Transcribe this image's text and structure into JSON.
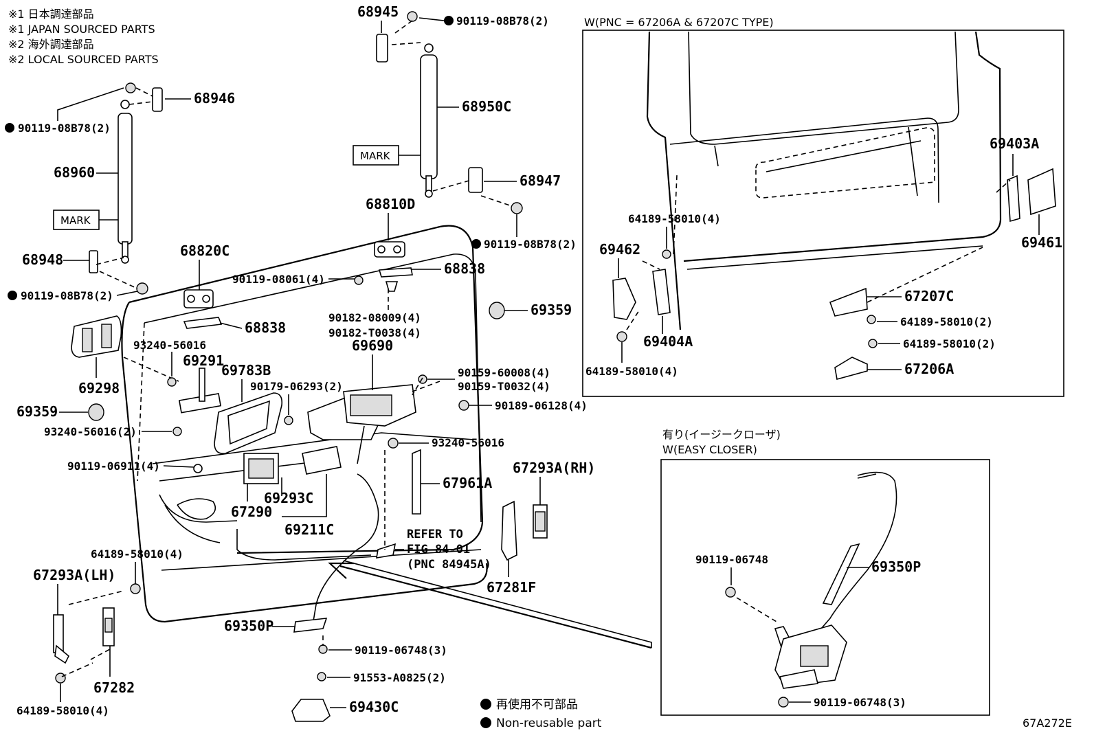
{
  "notes": {
    "n1_jp": "※1 日本調達部品",
    "n1_en": "※1 JAPAN SOURCED PARTS",
    "n2_jp": "※2 海外調達部品",
    "n2_en": "※2 LOCAL SOURCED PARTS"
  },
  "inset_w_type": {
    "title": "W(PNC = 67206A & 67207C TYPE)"
  },
  "inset_easy_closer": {
    "title_jp": "有り(イージークローザ)",
    "title_en": "W(EASY CLOSER)"
  },
  "legend": {
    "label_jp": "再使用不可部品",
    "label_en": "Non-reusable part"
  },
  "figure_code": "67A272E",
  "mark_label": "MARK",
  "refer": {
    "line1": "REFER TO",
    "line2": "FIG 84-01",
    "line3": "(PNC 84945A)"
  },
  "labels": {
    "p68945": "68945",
    "p90119_08B78_top": "90119-08B78(2)",
    "p68946": "68946",
    "p90119_08B78_left": "90119-08B78(2)",
    "p68960": "68960",
    "p68950C": "68950C",
    "p68947": "68947",
    "p68810D": "68810D",
    "p90119_08B78_mid": "90119-08B78(2)",
    "p68948": "68948",
    "p68820C": "68820C",
    "p90119_08061": "90119-08061(4)",
    "p68838_r": "68838",
    "p90119_08B78_bl": "90119-08B78(2)",
    "p90182_08009": "90182-08009(4)",
    "p90182_T0038": "90182-T0038(4)",
    "p69359_r": "69359",
    "p68838_l": "68838",
    "p93240_56016_a": "93240-56016",
    "p69690": "69690",
    "p69291": "69291",
    "p69783B": "69783B",
    "p90179_06293": "90179-06293(2)",
    "p90159_60008": "90159-60008(4)",
    "p90159_T0032": "90159-T0032(4)",
    "p69298": "69298",
    "p90189_06128": "90189-06128(4)",
    "p69359_l": "69359",
    "p93240_56016_b": "93240-56016(2)",
    "p93240_56016_c": "93240-56016",
    "p67293A_RH": "67293A(RH)",
    "p90119_06911": "90119-06911(4)",
    "p67961A": "67961A",
    "p69293C": "69293C",
    "p67290": "67290",
    "p69211C": "69211C",
    "p64189_58010_a": "64189-58010(4)",
    "p67293A_LH": "67293A(LH)",
    "p67281F": "67281F",
    "p69350P_main": "69350P",
    "p90119_06748_main": "90119-06748(3)",
    "p67282": "67282",
    "p91553_A0825": "91553-A0825(2)",
    "p64189_58010_b": "64189-58010(4)",
    "p69430C": "69430C",
    "i_69403A": "69403A",
    "i_64189_58010_top": "64189-58010(4)",
    "i_69462": "69462",
    "i_69461": "69461",
    "i_67207C": "67207C",
    "i_69404A": "69404A",
    "i_64189_58010_2a": "64189-58010(2)",
    "i_64189_58010_2b": "64189-58010(2)",
    "i_64189_58010_bl": "64189-58010(4)",
    "i_67206A": "67206A",
    "e_90119_06748": "90119-06748",
    "e_69350P": "69350P",
    "e_90119_06748_3": "90119-06748(3)"
  }
}
